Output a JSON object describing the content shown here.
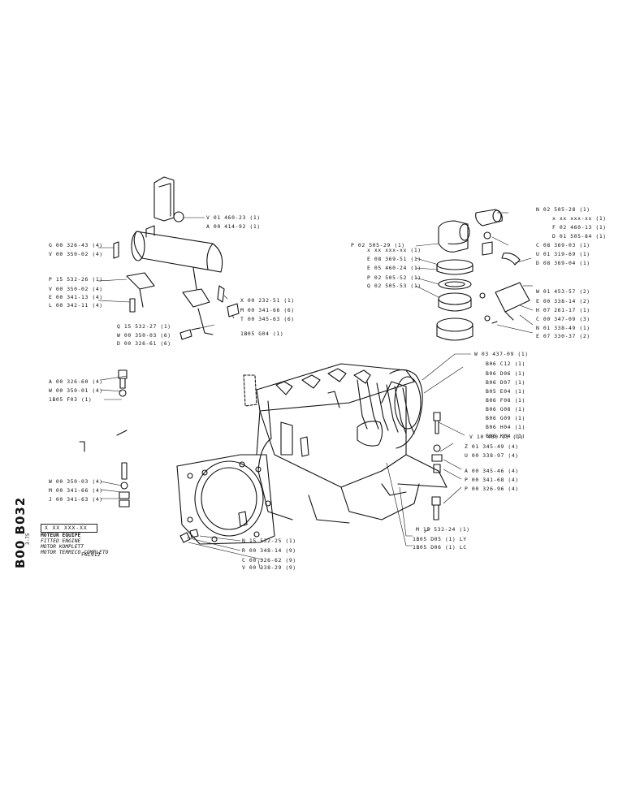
{
  "diagram": {
    "sheet_code": "B00  B032",
    "sheet_date": "3-75",
    "part_code": "X XX  XXX-XX",
    "title_fr": "MOTEUR EQUIPE",
    "title_en": "FITTED ENGINE",
    "title_de": "MOTOR KOMPLETT",
    "title_it": "MOTOR TERMICO COMPLETO",
    "model": "F6L912",
    "muffler_labels": {
      "v_01_460_23": "V 01 460-23 (1)",
      "a_00_414_92": "A 00 414-92 (1)",
      "g_00_326_43": "G 00 326-43 (4)",
      "v_00_350_02_top": "V 00 350-02 (4)",
      "p_15_532_26": "P 15 532-26 (1)",
      "v_00_350_02": "V 00 350-02 (4)",
      "e_00_341_13": "E 00 341-13 (4)",
      "l_00_342_11": "L 00 342-11 (4)",
      "x_00_232_51": "X 00 232-51 (1)",
      "m_00_341_66": "M 00 341-66 (6)",
      "t_00_345_63": "T 00 345-63 (6)",
      "q_15_532_27": "Q 15 532-27 (1)",
      "w_00_350_03": "W 00 350-03 (6)",
      "d_00_326_61": "D 00 326-61 (6)",
      "b05_g04": "1B05  G04 (1)"
    },
    "filter_labels": {
      "n_02_505_28": "N 02 505-28 (1)",
      "x_xx_xxx": "x xx xxx-xx (1)",
      "f_02_460_13": "F 02 460-13 (1)",
      "d_01_505_84": "D 01 505-84 (1)",
      "c_08_369_03": "C 08 369-03 (1)",
      "u_01_319_69": "U 01 319-69 (1)",
      "d_08_369_04": "D 08 369-04 (1)",
      "p_02_505_29": "P 02 505-29 (1)",
      "x_xx_xxx_2": "x xx xxx-xx (1)",
      "e_08_369_51": "E 08 369-51 (1)",
      "e_05_460_24": "E 05 460-24 (1)",
      "p_02_505_52": "P 02 505-52 (1)",
      "q_02_505_53": "Q 02 505-53 (1)",
      "w_01_453_57": "W 01 453-57 (2)",
      "e_00_338_14": "E 00 338-14 (2)",
      "h_07_261_17": "H 07 261-17 (1)",
      "c_00_347_09": "C 00 347-09 (3)",
      "n_01_338_49": "N 01 338-49 (1)",
      "e_07_330_37": "E 07 330-37 (2)"
    },
    "engine_right_labels": {
      "w_03_437_09": "W 03 437-09 (1)",
      "b06_c12": "B06  C12  (1)",
      "b06_d06": "B06  D06  (1)",
      "b06_d07": "B06  D07  (1)",
      "b05_e04": "B05  E04  (1)",
      "b06_f08": "B06  F08  (1)",
      "b06_g08": "B06  G08  (1)",
      "b06_g09": "B06  G09  (1)",
      "b06_h04": "B06  H04  (1)",
      "b06_k04": "B06  K04  (1)",
      "v_10_460_13": "V 10 460-13 (1)",
      "z_01_345_49": "Z 01 345-49 (4)",
      "u_00_338_97": "U 00 338-97 (4)",
      "a_00_345_46": "A 00 345-46 (4)",
      "p_00_341_68": "P 00 341-68 (4)",
      "p_00_326_96": "P 00 326-96 (4)",
      "m_15_532_24": "M 15 532-24 (1)",
      "b05_d05": "1B05  D05 (1) LY",
      "b05_d06": "1B05  D06 (1) LC"
    },
    "left_labels": {
      "a_00_326_60": "A 00 326-60 (4)",
      "w_00_350_01": "W 00 350-01 (4)",
      "b05_f03": "1B05  F03 (1)",
      "w_00_350_03": "W 00 350-03 (4)",
      "m_00_341_66": "M 00 341-66 (4)",
      "j_00_341_63": "J 00 341-63 (4)"
    },
    "bottom_labels": {
      "n_15_532_25": "N 15 532-25 (1)",
      "r_00_348_14": "R 00 348-14 (9)",
      "c_00_326_62": "C 00 326-62 (9)",
      "v_00_338_29": "V 00 338-29 (9)"
    }
  }
}
